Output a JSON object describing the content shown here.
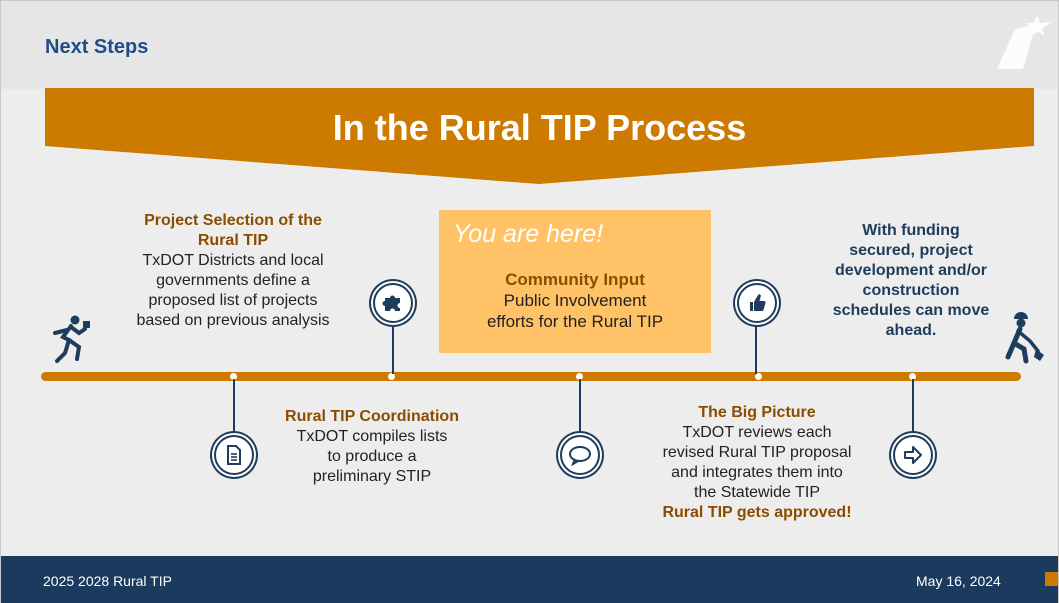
{
  "header": {
    "title": "Next Steps"
  },
  "banner": {
    "title": "In the Rural TIP Process"
  },
  "highlight": {
    "label": "You are here!"
  },
  "steps": [
    {
      "title1": "Project Selection of the",
      "title2": "Rural TIP",
      "lines": [
        "TxDOT Districts and local",
        "governments define a",
        "proposed list of projects",
        "based on previous analysis"
      ]
    },
    {
      "title": "Rural TIP Coordination",
      "lines": [
        "TxDOT compiles lists",
        "to produce a",
        "preliminary STIP"
      ]
    },
    {
      "title": "Community Input",
      "lines": [
        "Public Involvement",
        "efforts for the Rural TIP"
      ]
    },
    {
      "title": "The Big Picture",
      "lines": [
        "TxDOT reviews each",
        "revised Rural TIP proposal",
        "and integrates them into",
        "the Statewide TIP"
      ],
      "footer": "Rural TIP gets approved!"
    },
    {
      "lines": [
        "With funding",
        "secured, project",
        "development and/or",
        "construction",
        "schedules can move",
        "ahead."
      ]
    }
  ],
  "icons": [
    "puzzle-icon",
    "document-icon",
    "speech-bubble-icon",
    "thumbs-up-icon",
    "arrow-right-icon",
    "runner-icon",
    "worker-icon"
  ],
  "colors": {
    "orange": "#cc7a00",
    "navy": "#1c3a5e",
    "highlight": "#ffc266",
    "header_title": "#1e4d8a"
  },
  "footer": {
    "left": "2025 2028 Rural TIP",
    "right": "May 16, 2024"
  }
}
